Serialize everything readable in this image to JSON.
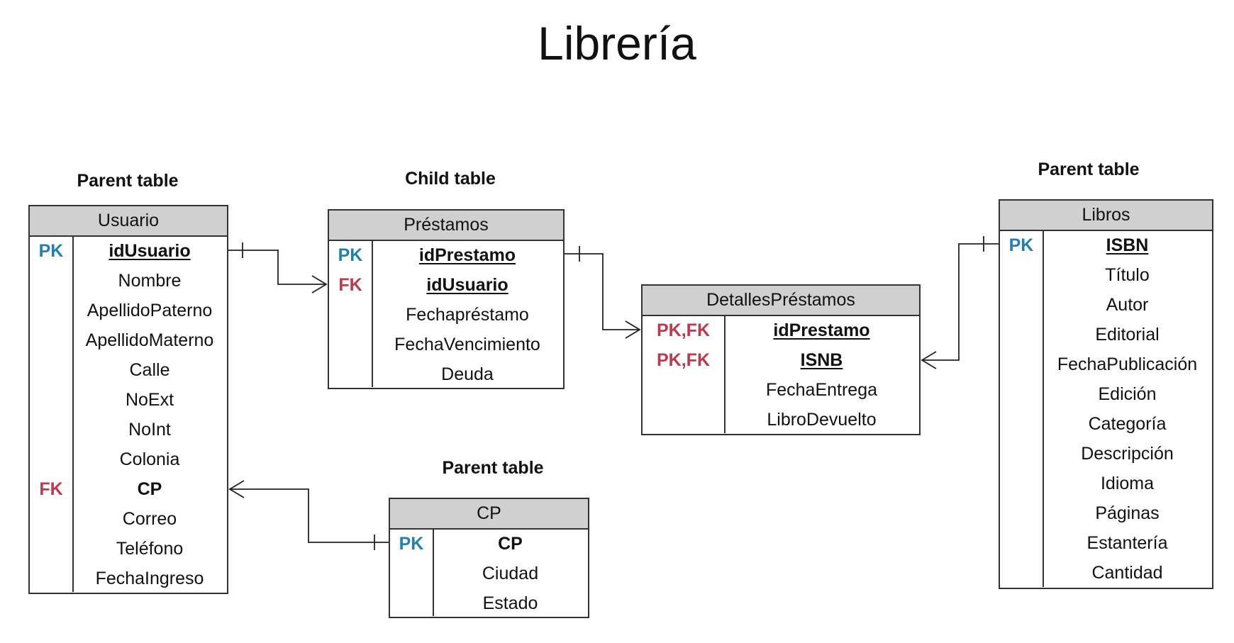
{
  "title": "Librería",
  "colors": {
    "pk": "#1f80b4",
    "fk": "#c0384a",
    "header": "#d0d0d0",
    "line": "#333333"
  },
  "captions": {
    "usuario": "Parent table",
    "prestamos": "Child table",
    "libros": "Parent table",
    "cp": "Parent table"
  },
  "tables": {
    "usuario": {
      "name": "Usuario",
      "rows": [
        {
          "key": "PK",
          "field": "idUsuario",
          "bold": true,
          "underline": true
        },
        {
          "key": "",
          "field": "Nombre"
        },
        {
          "key": "",
          "field": "ApellidoPaterno"
        },
        {
          "key": "",
          "field": "ApellidoMaterno"
        },
        {
          "key": "",
          "field": "Calle"
        },
        {
          "key": "",
          "field": "NoExt"
        },
        {
          "key": "",
          "field": "NoInt"
        },
        {
          "key": "",
          "field": "Colonia"
        },
        {
          "key": "FK",
          "field": "CP",
          "bold": true
        },
        {
          "key": "",
          "field": "Correo"
        },
        {
          "key": "",
          "field": "Teléfono"
        },
        {
          "key": "",
          "field": "FechaIngreso"
        }
      ]
    },
    "prestamos": {
      "name": "Préstamos",
      "rows": [
        {
          "key": "PK",
          "field": "idPrestamo",
          "bold": true,
          "underline": true
        },
        {
          "key": "FK",
          "field": "idUsuario",
          "bold": true,
          "underline": true
        },
        {
          "key": "",
          "field": "Fechapréstamo"
        },
        {
          "key": "",
          "field": "FechaVencimiento"
        },
        {
          "key": "",
          "field": "Deuda"
        }
      ]
    },
    "detalles": {
      "name": "DetallesPréstamos",
      "rows": [
        {
          "key": "PK,FK",
          "field": "idPrestamo",
          "bold": true,
          "underline": true
        },
        {
          "key": "PK,FK",
          "field": "ISNB",
          "bold": true,
          "underline": true
        },
        {
          "key": "",
          "field": "FechaEntrega"
        },
        {
          "key": "",
          "field": "LibroDevuelto"
        }
      ]
    },
    "libros": {
      "name": "Libros",
      "rows": [
        {
          "key": "PK",
          "field": "ISBN",
          "bold": true,
          "underline": true
        },
        {
          "key": "",
          "field": "Título"
        },
        {
          "key": "",
          "field": "Autor"
        },
        {
          "key": "",
          "field": "Editorial"
        },
        {
          "key": "",
          "field": "FechaPublicación"
        },
        {
          "key": "",
          "field": "Edición"
        },
        {
          "key": "",
          "field": "Categoría"
        },
        {
          "key": "",
          "field": "Descripción"
        },
        {
          "key": "",
          "field": "Idioma"
        },
        {
          "key": "",
          "field": "Páginas"
        },
        {
          "key": "",
          "field": "Estantería"
        },
        {
          "key": "",
          "field": "Cantidad"
        }
      ]
    },
    "cp": {
      "name": "CP",
      "rows": [
        {
          "key": "PK",
          "field": "CP",
          "bold": true
        },
        {
          "key": "",
          "field": "Ciudad"
        },
        {
          "key": "",
          "field": "Estado"
        }
      ]
    }
  }
}
